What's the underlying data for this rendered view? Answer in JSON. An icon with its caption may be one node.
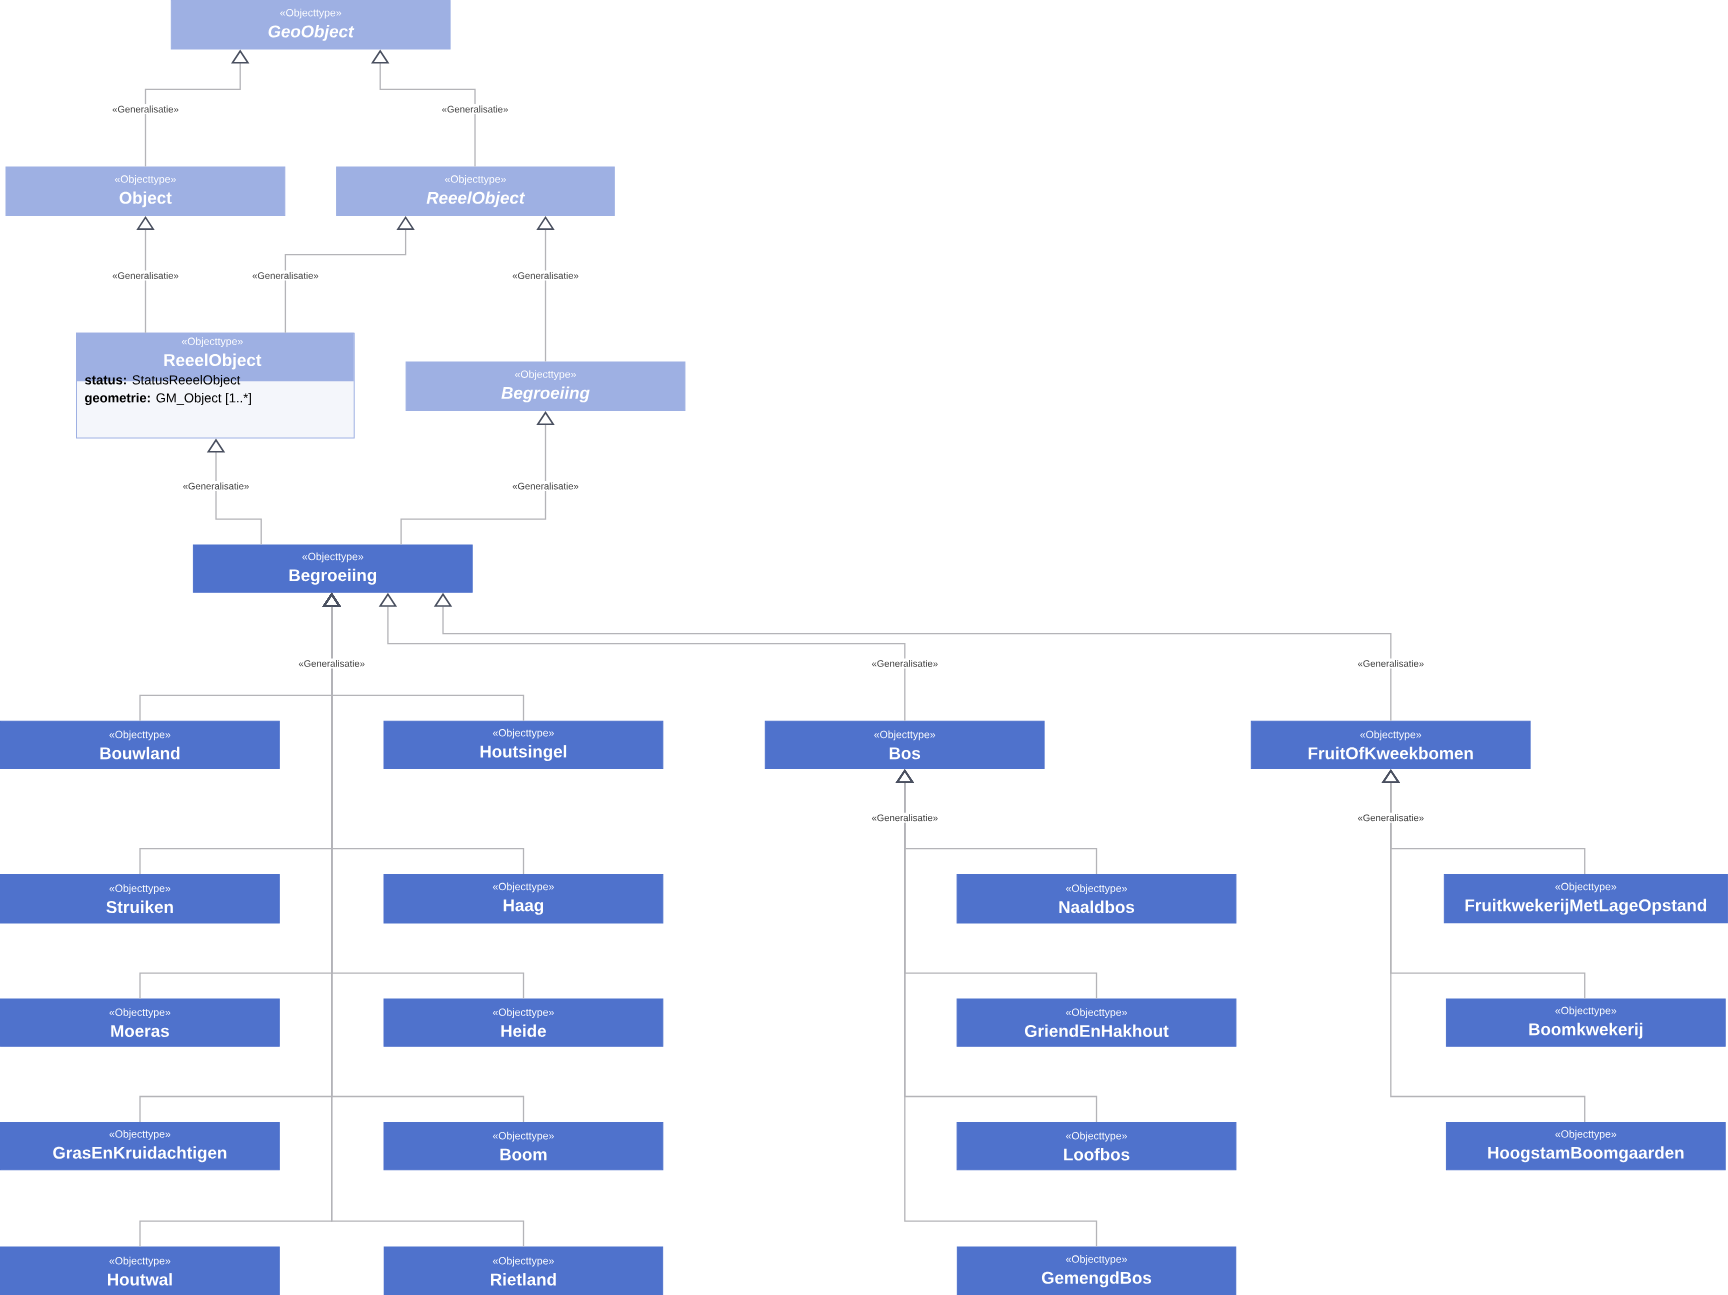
{
  "diagram": {
    "nodes": [
      {
        "text": [
          "«Objecttype»",
          "GeoObject"
        ]
      },
      {
        "text": [
          "«Objecttype»",
          "Object"
        ]
      },
      {
        "text": [
          "«Objecttype»",
          "ReeelObject"
        ]
      },
      {
        "text": [
          "«Objecttype»",
          "ReeelObject",
          "**status:** StatusReeelObject",
          "**geometrie:** GM_Object [1..*]"
        ]
      },
      {
        "text": [
          "«Objecttype»",
          "Begroeiing"
        ]
      },
      {
        "text": [
          "«Objecttype»",
          "Begroeiing"
        ]
      },
      {
        "text": [
          "«Objecttype»",
          "Bouwland"
        ]
      },
      {
        "text": [
          "«Objecttype»",
          "Houtsingel"
        ]
      },
      {
        "text": [
          "«Objecttype»",
          "Bos"
        ]
      },
      {
        "text": [
          "«Objecttype»",
          "FruitOfKweekbomen"
        ]
      },
      {
        "text": [
          "«Objecttype»",
          "Struiken"
        ]
      },
      {
        "text": [
          "«Objecttype»",
          "Haag"
        ]
      },
      {
        "text": [
          "«Objecttype»",
          "Naaldbos"
        ]
      },
      {
        "text": [
          "«Objecttype»",
          "FruitkwekerijMetLageOpstand"
        ]
      },
      {
        "text": [
          "«Objecttype»",
          "Moeras"
        ]
      },
      {
        "text": [
          "«Objecttype»",
          "Heide"
        ]
      },
      {
        "text": [
          "«Objecttype»",
          "GriendEnHakhout"
        ]
      },
      {
        "text": [
          "«Objecttype»",
          "Boomkwekerij"
        ]
      },
      {
        "text": [
          "«Objecttype»",
          "GrasEnKruidachtigen"
        ]
      },
      {
        "text": [
          "«Objecttype»",
          "Boom"
        ]
      },
      {
        "text": [
          "«Objecttype»",
          "Loofbos"
        ]
      },
      {
        "text": [
          "«Objecttype»",
          "HoogstamBoomgaarden"
        ]
      },
      {
        "text": [
          "«Objecttype»",
          "Houtwal"
        ]
      },
      {
        "text": [
          "«Objecttype»",
          "Rietland"
        ]
      },
      {
        "text": [
          "«Objecttype»",
          "GemengdBos"
        ]
      }
    ],
    "edges": [
      {
        "from": 1,
        "to": 0,
        "arrow": "to",
        "label": "«Generalisatie»"
      },
      {
        "from": 2,
        "to": 0,
        "arrow": "to",
        "label": "«Generalisatie»"
      },
      {
        "from": 3,
        "to": 1,
        "arrow": "to",
        "label": "«Generalisatie»"
      },
      {
        "from": 3,
        "to": 2,
        "arrow": "to",
        "label": "«Generalisatie»"
      },
      {
        "from": 4,
        "to": 2,
        "arrow": "to",
        "label": "«Generalisatie»"
      },
      {
        "from": 5,
        "to": 3,
        "arrow": "to",
        "label": "«Generalisatie»"
      },
      {
        "from": 5,
        "to": 4,
        "arrow": "to",
        "label": "«Generalisatie»"
      },
      {
        "from": 6,
        "to": 5,
        "arrow": "to",
        "label": "«Generalisatie»"
      },
      {
        "from": 7,
        "to": 5,
        "arrow": "to"
      },
      {
        "from": 10,
        "to": 5,
        "arrow": "to"
      },
      {
        "from": 11,
        "to": 5,
        "arrow": "to"
      },
      {
        "from": 14,
        "to": 5,
        "arrow": "to"
      },
      {
        "from": 15,
        "to": 5,
        "arrow": "to"
      },
      {
        "from": 18,
        "to": 5,
        "arrow": "to"
      },
      {
        "from": 19,
        "to": 5,
        "arrow": "to"
      },
      {
        "from": 22,
        "to": 5,
        "arrow": "to"
      },
      {
        "from": 23,
        "to": 5,
        "arrow": "to"
      },
      {
        "from": 8,
        "to": 5,
        "arrow": "to",
        "label": "«Generalisatie»"
      },
      {
        "from": 9,
        "to": 5,
        "arrow": "to",
        "label": "«Generalisatie»"
      },
      {
        "from": 12,
        "to": 8,
        "arrow": "to",
        "label": "«Generalisatie»"
      },
      {
        "from": 16,
        "to": 8,
        "arrow": "to"
      },
      {
        "from": 20,
        "to": 8,
        "arrow": "to"
      },
      {
        "from": 24,
        "to": 8,
        "arrow": "to"
      },
      {
        "from": 13,
        "to": 9,
        "arrow": "to",
        "label": "«Generalisatie»"
      },
      {
        "from": 17,
        "to": 9,
        "arrow": "to"
      },
      {
        "from": 21,
        "to": 9,
        "arrow": "to"
      }
    ]
  }
}
